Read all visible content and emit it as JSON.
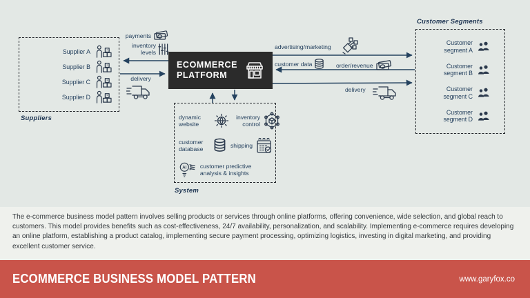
{
  "suppliers": {
    "title": "Suppliers",
    "items": [
      "Supplier A",
      "Supplier B",
      "Supplier C",
      "Supplier D"
    ]
  },
  "platform": {
    "name": "ECOMMERCE\nPLATFORM"
  },
  "system": {
    "title": "System",
    "items": [
      "dynamic website",
      "inventory control",
      "customer database",
      "shipping",
      "customer predictive analysis & insights"
    ]
  },
  "customer_segments": {
    "title": "Customer Segments",
    "items": [
      "Customer segment A",
      "Customer segment B",
      "Customer segment C",
      "Customer segment D"
    ]
  },
  "flows": {
    "payments": "payments",
    "inventory_levels": "inventory levels",
    "supplier_delivery": "delivery",
    "advertising": "advertising/marketing",
    "customer_data": "customer data",
    "order_revenue": "order/revenue",
    "customer_delivery": "delivery"
  },
  "description": "The e-commerce business model pattern involves selling products or services through online platforms, offering convenience, wide selection, and global reach to customers. This model provides benefits such as cost-effectiveness, 24/7 availability, personalization, and scalability. Implementing e-commerce requires developing an online platform, establishing a product catalog, implementing secure payment processing, optimizing logistics, investing in digital marketing, and providing excellent customer service.",
  "footer": {
    "title": "ECOMMERCE BUSINESS MODEL PATTERN",
    "url": "www.garyfox.co"
  },
  "colors": {
    "accent_red": "#c9544a",
    "navy": "#24405e",
    "platform_bg": "#2b2b2b"
  }
}
